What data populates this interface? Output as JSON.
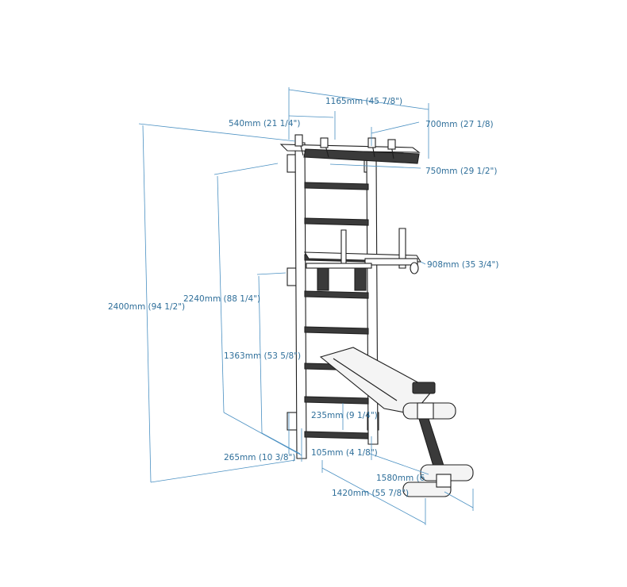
{
  "dimensions": {
    "width_total": "1165mm (45 7/8\")",
    "bar_left": "540mm (21 1/4\")",
    "bar_right": "700mm (27 1/8)",
    "bar_inner": "750mm (29 1/2\")",
    "dip_depth": "908mm (35 3/4\")",
    "height_total": "2400mm (94 1/2\")",
    "height_ladder": "2240mm (88 1/4\")",
    "height_dip": "1363mm (53 5/8\")",
    "rung_spacing": "235mm (9 1/4\")",
    "bench_offset": "105mm (4 1/8\")",
    "bottom_height": "265mm (10 3/8\")",
    "bench_length": "1580mm (6",
    "depth_total": "1420mm (55 7/8\")"
  },
  "colors": {
    "dimension": "#2f6f9a",
    "outline": "#1e1e1e",
    "dark_part": "#3a3a3a"
  }
}
